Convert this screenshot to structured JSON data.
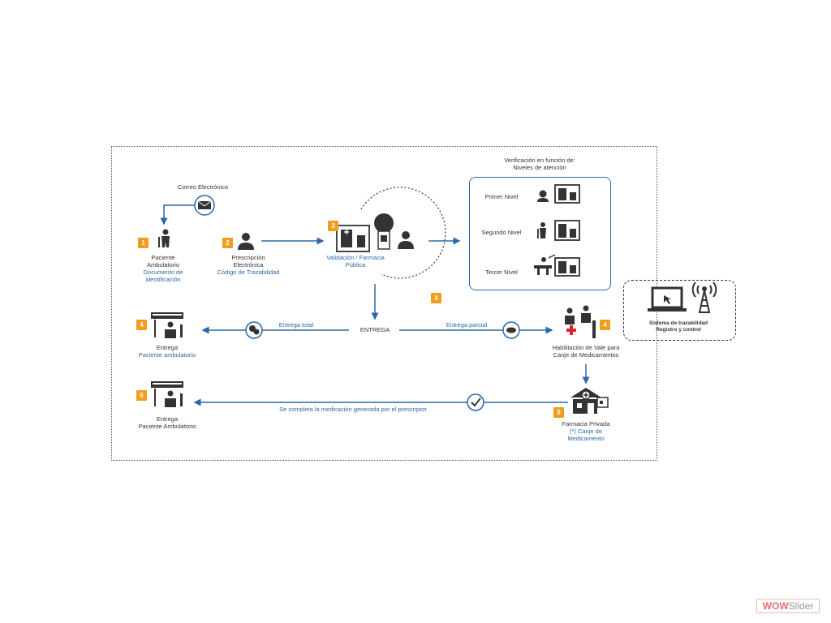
{
  "steps": {
    "email": {
      "label": "Correo Electrónico"
    },
    "s1": {
      "num": "1",
      "line1": "Paciente",
      "line2": "Ambulatorio",
      "line3": "Documento de",
      "line4": "identificación"
    },
    "s2": {
      "num": "2",
      "line1": "Prescripción",
      "line2": "Electrónica",
      "line3": "Código de Trazabilidad"
    },
    "s3": {
      "num": "3",
      "line1": "Validación / Farmacia",
      "line2": "Pública"
    },
    "levels": {
      "title1": "Verificación en función de:",
      "title2": "Niveles de atención",
      "items": [
        {
          "label": "Primer Nivel"
        },
        {
          "label": "Segundo Nivel"
        },
        {
          "label": "Tercer Nivel"
        }
      ]
    },
    "entrega_center": "ENTREGA",
    "center_badge": "4",
    "s4_left": {
      "num": "4",
      "line1": "Entrega",
      "line2": "Paciente ambulatorio"
    },
    "entrega_total": "Entrega total",
    "entrega_parcial": "Entrega parcial",
    "s4_right": {
      "num": "4",
      "line1": "Habilitación de Vale para",
      "line2": "Canje de Medicamentos"
    },
    "s5": {
      "num": "5",
      "line1": "Farmacia Privada",
      "line2": "(*) Canje de",
      "line3": "Medicamento"
    },
    "s6": {
      "num": "6",
      "line1": "Entrega",
      "line2": "Paciente Ambulatorio"
    },
    "completa": "Se completa la medicación generada por el prescriptor",
    "system": {
      "line1": "Sistema de trazabilidad",
      "line2": "Registro y control"
    }
  },
  "watermark": {
    "part1": "WOW",
    "part2": "Slider"
  },
  "colors": {
    "accent": "#2a68a8",
    "badge": "#f39c1e",
    "icon": "#333333"
  }
}
